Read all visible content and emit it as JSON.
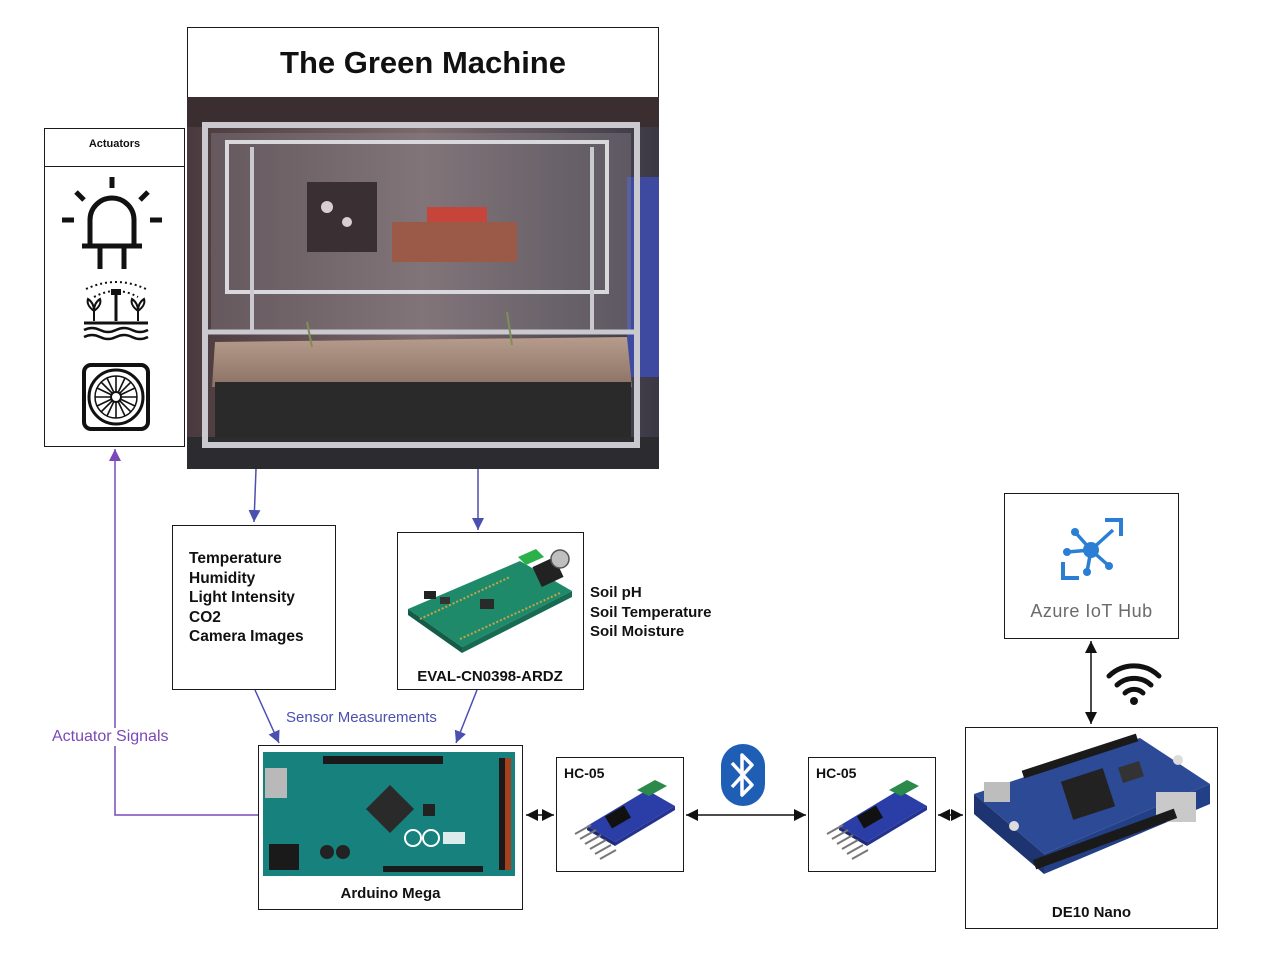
{
  "title": "The Green Machine",
  "actuators": {
    "header": "Actuators",
    "icons": [
      "led-icon",
      "sprinkler-icon",
      "fan-icon"
    ]
  },
  "sensors_box": {
    "items": [
      "Temperature",
      "Humidity",
      "Light Intensity",
      "CO2",
      "Camera Images"
    ]
  },
  "eval_board": {
    "label": "EVAL-CN0398-ARDZ",
    "measurements": [
      "Soil pH",
      "Soil Temperature",
      "Soil Moisture"
    ]
  },
  "arduino": {
    "label": "Arduino Mega"
  },
  "hc05_left": {
    "label": "HC-05"
  },
  "hc05_right": {
    "label": "HC-05"
  },
  "de10": {
    "label": "DE10 Nano"
  },
  "azure": {
    "label": "Azure IoT Hub"
  },
  "edges": {
    "sensor_measurements": "Sensor Measurements",
    "actuator_signals": "Actuator Signals"
  },
  "colors": {
    "purple_line": "#7a48b8",
    "blue_line": "#4a4fb0",
    "azure_blue": "#2a7fd4",
    "bluetooth_blue": "#1e5fb5",
    "pcb_green": "#1f8a6a"
  }
}
